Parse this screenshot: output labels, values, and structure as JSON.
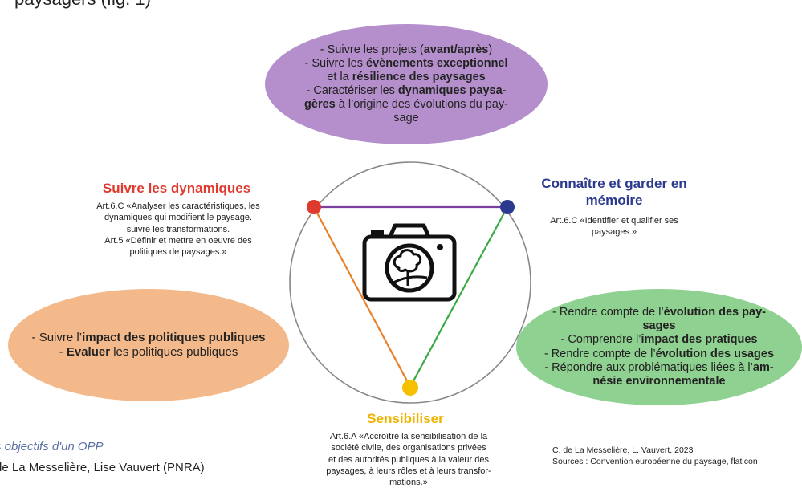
{
  "top_cut_text": "paysagers (fig. 1)",
  "purple": {
    "lines": [
      "- Suivre les projets (avant/après)",
      "- Suivre les évènements exceptionnel",
      "et la résilience des paysages",
      "- Caractériser les dynamiques paysa-",
      "gères à l’origine des évolutions du pay-",
      "sage"
    ],
    "bold_terms": [
      "avant/après",
      "évènements exceptionnel",
      "résilience des paysages",
      "dynamiques paysa-",
      "gères"
    ]
  },
  "orange": {
    "lines": [
      "- Suivre l’impact des politiques publiques",
      "- Evaluer les politiques publiques"
    ],
    "bold_terms": [
      "impact des politiques publiques",
      "Evaluer"
    ]
  },
  "green": {
    "lines": [
      "- Rendre compte de l’évolution des pay-",
      "sages",
      "- Comprendre l’impact des pratiques",
      "- Rendre compte de l’évolution des usages",
      "- Répondre aux problématiques liées à l’am-",
      "nésie environnementale"
    ],
    "bold_terms": [
      "évolution des pay-",
      "sages",
      "impact des pratiques",
      "évolution des usages",
      "am-",
      "nésie environnementale"
    ]
  },
  "headings": {
    "red": "Suivre les dynamiques",
    "blue_line1": "Connaître et garder en",
    "blue_line2": "mémoire",
    "yellow": "Sensibiliser"
  },
  "articles": {
    "left": [
      "Art.6.C «Analyser les caractéristiques, les",
      "dynamiques qui modifient le paysage.",
      "suivre les transformations.",
      "Art.5 «Définir et mettre en oeuvre des",
      "politiques de paysages.»"
    ],
    "right": [
      "Art.6.C «Identifier et qualifier ses",
      "paysages.»"
    ],
    "bottom": [
      "Art.6.A «Accroître la sensibilisation de la",
      "société civile, des organisations privées",
      "et des autorités publiques à la valeur des",
      "paysages, à leurs rôles et à leurs transfor-",
      "mations.»"
    ]
  },
  "credit": {
    "line1": "C. de La Messelière, L. Vauvert, 2023",
    "line2": "Sources : Convention européenne du paysage, flaticon"
  },
  "caption": {
    "line1": "s objectifs d'un OPP",
    "line2": "de La Messelière, Lise Vauvert (PNRA)"
  },
  "colors": {
    "purple": "#b48fcb",
    "orange": "#f4b98a",
    "green": "#8fd190",
    "red": "#e03a2f",
    "blue": "#2b3a8e",
    "yellow": "#f5c000",
    "edge_top": "#7b3fa0",
    "edge_left": "#e8822a",
    "edge_right": "#3aa843"
  },
  "center_icon": "camera-with-tree-icon"
}
